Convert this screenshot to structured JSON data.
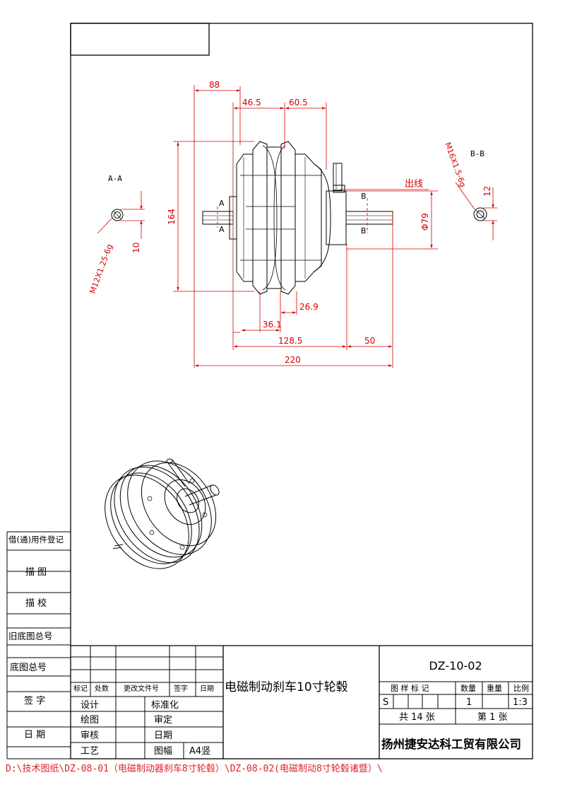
{
  "drawing": {
    "dims": {
      "d88": "88",
      "d46_5": "46.5",
      "d60_5": "60.5",
      "d164": "164",
      "d26_9": "26.9",
      "d36_1": "36.1",
      "d128_5": "128.5",
      "d50": "50",
      "d220": "220",
      "d79": "Φ79",
      "d10": "10",
      "d12": "12",
      "thread_a": "M12X1.25-6g",
      "thread_b": "M16X1.5-6g",
      "outlet": "出线"
    },
    "sections": {
      "a": "A-A",
      "b": "B-B",
      "a_mark": "A",
      "b_mark": "B"
    }
  },
  "side_panel": {
    "rows": [
      "借(通)用件登记",
      "描 图",
      "描 校",
      "旧底图总号",
      "底图总号",
      "签 字",
      "日 期"
    ]
  },
  "title_block": {
    "drawing_no": "DZ-10-02",
    "title": "电磁制动刹车10寸轮毂",
    "rev_headers": [
      "标记",
      "处数",
      "更改文件号",
      "签字",
      "日期"
    ],
    "roles_left": [
      "设计",
      "绘图",
      "审核",
      "工艺"
    ],
    "roles_right": [
      "标准化",
      "审定",
      "日期",
      "图幅"
    ],
    "format": "A4竖",
    "stage_label": "图 样 标 记",
    "qty_label": "数量",
    "weight_label": "重量",
    "scale_label": "比例",
    "stage": "S",
    "qty": "1",
    "scale": "1:3",
    "total_sheets": "共 14 张",
    "sheet_no": "第 1 张",
    "company": "扬州捷安达科工贸有限公司"
  },
  "footer": {
    "path": "D:\\技术图纸\\DZ-08-01（电磁制动器刹车8寸轮毂）\\DZ-08-02(电磁制动8寸轮毂诸暨）\\"
  },
  "colors": {
    "line": "#000000",
    "dimension": "#d40000"
  }
}
